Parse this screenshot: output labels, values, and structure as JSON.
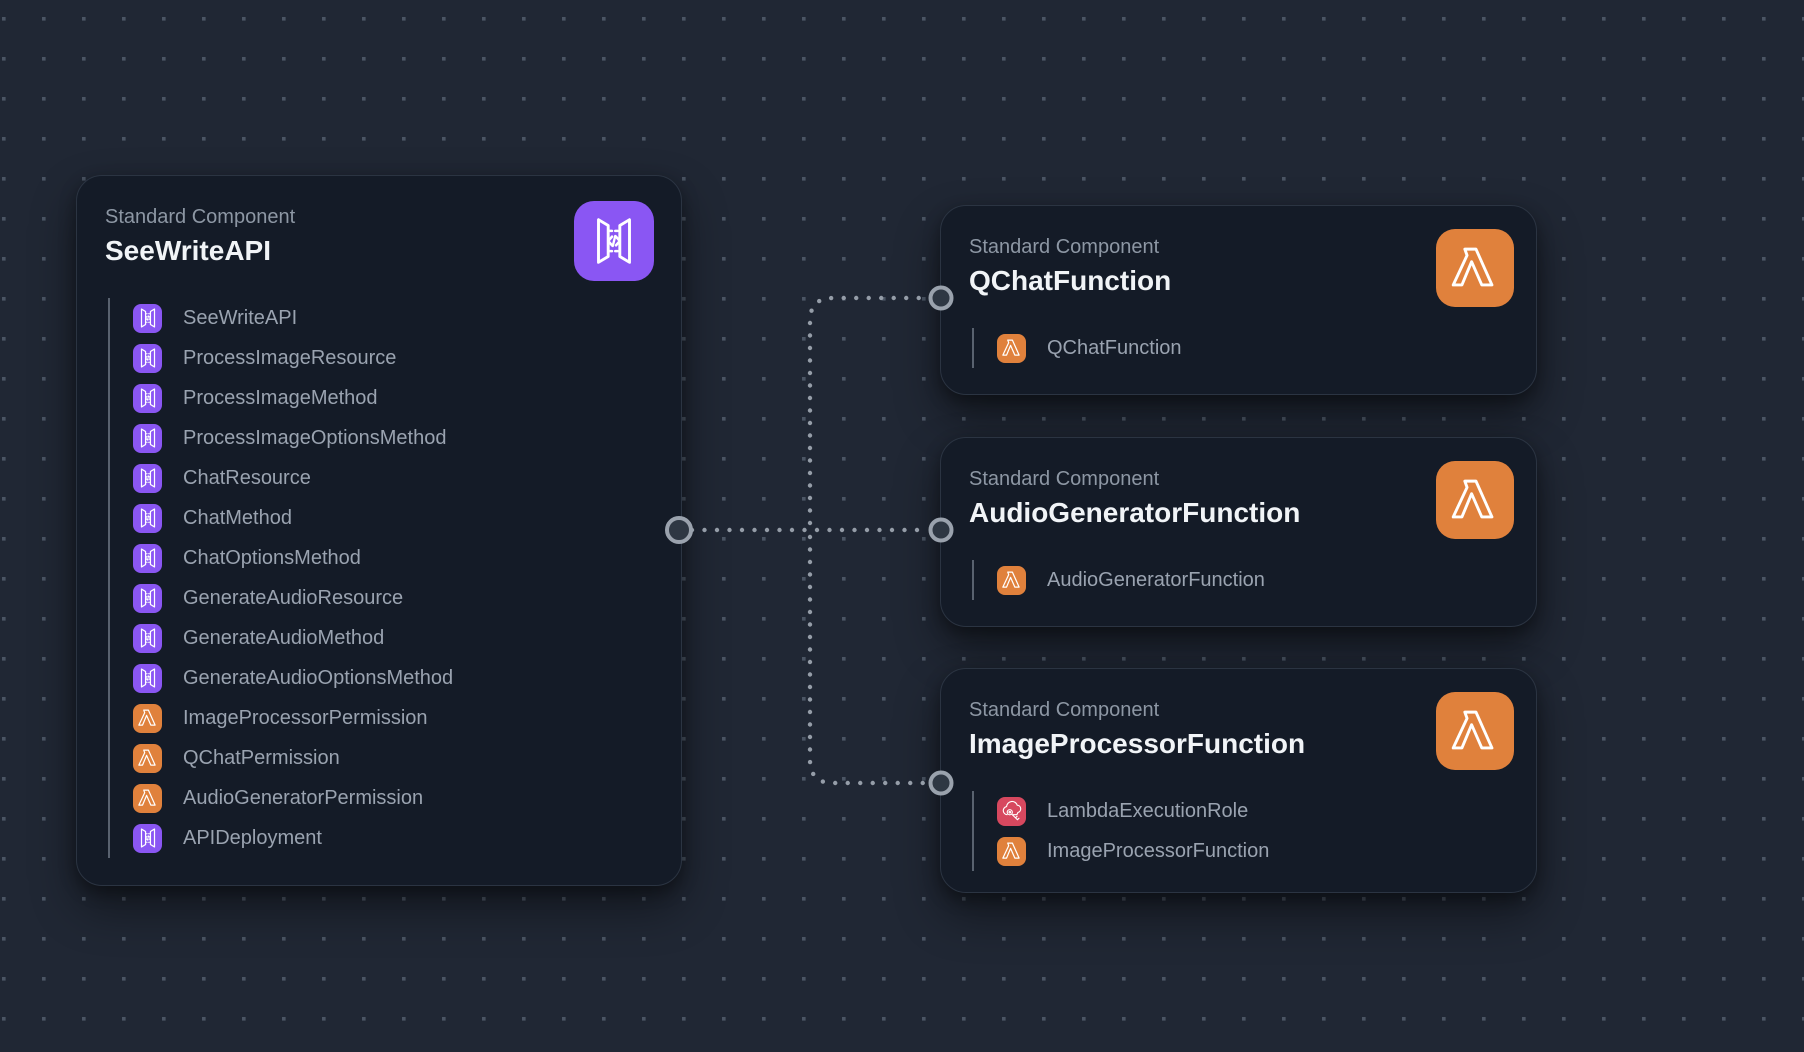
{
  "canvas": {
    "background": "#202734",
    "dot_color": "#566070"
  },
  "accents": {
    "api-gateway": "#8a56f3",
    "lambda": "#e0813c",
    "iam-role": "#d7485f"
  },
  "nodes": [
    {
      "type_label": "Standard Component",
      "title": "SeeWriteAPI",
      "icon": "api-gateway",
      "items": [
        {
          "name": "SeeWriteAPI",
          "icon": "api-gateway"
        },
        {
          "name": "ProcessImageResource",
          "icon": "api-gateway"
        },
        {
          "name": "ProcessImageMethod",
          "icon": "api-gateway"
        },
        {
          "name": "ProcessImageOptionsMethod",
          "icon": "api-gateway"
        },
        {
          "name": "ChatResource",
          "icon": "api-gateway"
        },
        {
          "name": "ChatMethod",
          "icon": "api-gateway"
        },
        {
          "name": "ChatOptionsMethod",
          "icon": "api-gateway"
        },
        {
          "name": "GenerateAudioResource",
          "icon": "api-gateway"
        },
        {
          "name": "GenerateAudioMethod",
          "icon": "api-gateway"
        },
        {
          "name": "GenerateAudioOptionsMethod",
          "icon": "api-gateway"
        },
        {
          "name": "ImageProcessorPermission",
          "icon": "lambda"
        },
        {
          "name": "QChatPermission",
          "icon": "lambda"
        },
        {
          "name": "AudioGeneratorPermission",
          "icon": "lambda"
        },
        {
          "name": "APIDeployment",
          "icon": "api-gateway"
        }
      ]
    },
    {
      "type_label": "Standard Component",
      "title": "QChatFunction",
      "icon": "lambda",
      "items": [
        {
          "name": "QChatFunction",
          "icon": "lambda"
        }
      ]
    },
    {
      "type_label": "Standard Component",
      "title": "AudioGeneratorFunction",
      "icon": "lambda",
      "items": [
        {
          "name": "AudioGeneratorFunction",
          "icon": "lambda"
        }
      ]
    },
    {
      "type_label": "Standard Component",
      "title": "ImageProcessorFunction",
      "icon": "lambda",
      "items": [
        {
          "name": "LambdaExecutionRole",
          "icon": "iam-role"
        },
        {
          "name": "ImageProcessorFunction",
          "icon": "lambda"
        }
      ]
    }
  ]
}
